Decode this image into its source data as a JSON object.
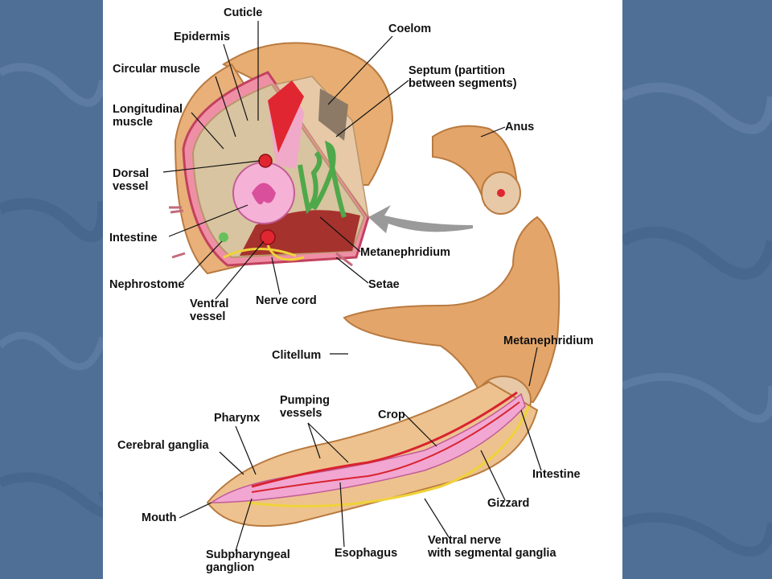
{
  "colors": {
    "background_blue": "#4f6f97",
    "panel_white": "#ffffff",
    "worm_skin": "#e3a56a",
    "blood_vessel": "#d9232f",
    "gut_pink": "#f1a7d1",
    "nerve_yellow": "#f0d23a",
    "nephridium_green": "#4fa84a",
    "coelom_tan": "#d9c8a6"
  },
  "labels": {
    "cuticle": "Cuticle",
    "epidermis": "Epidermis",
    "circular_muscle": "Circular muscle",
    "longitudinal_muscle": "Longitudinal\nmuscle",
    "coelom": "Coelom",
    "septum": "Septum (partition\nbetween segments)",
    "anus": "Anus",
    "dorsal_vessel": "Dorsal\nvessel",
    "intestine_section": "Intestine",
    "metanephridium_section": "Metanephridium",
    "nephrostome": "Nephrostome",
    "setae": "Setae",
    "ventral_vessel": "Ventral\nvessel",
    "nerve_cord": "Nerve cord",
    "clitellum": "Clitellum",
    "metanephridium_body": "Metanephridium",
    "pumping_vessels": "Pumping\nvessels",
    "pharynx": "Pharynx",
    "crop": "Crop",
    "cerebral_ganglia": "Cerebral ganglia",
    "intestine_body": "Intestine",
    "mouth": "Mouth",
    "gizzard": "Gizzard",
    "subpharyngeal_ganglion": "Subpharyngeal\nganglion",
    "esophagus": "Esophagus",
    "ventral_nerve": "Ventral nerve\nwith segmental ganglia"
  }
}
